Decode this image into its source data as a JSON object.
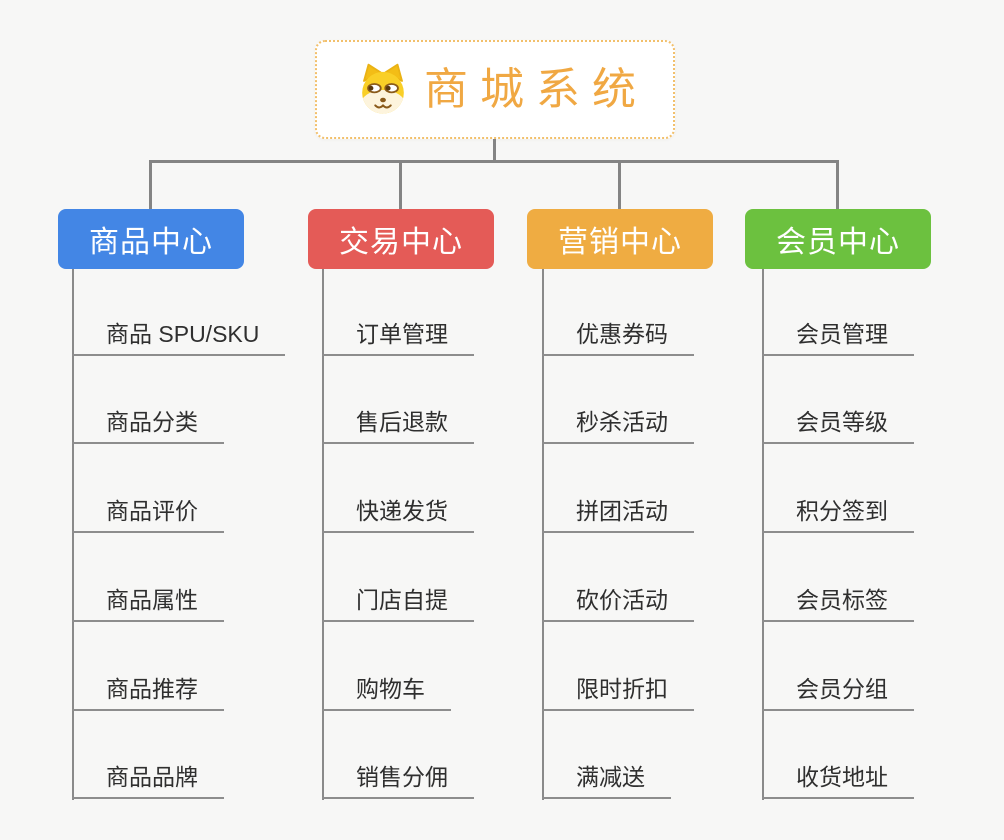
{
  "root": {
    "title": "商城系统",
    "icon": "dog-face-icon",
    "title_color": "#f0a843",
    "border_color": "#f2c06c"
  },
  "canvas": {
    "background_color": "#f7f7f6",
    "connector_color": "#848484",
    "underline_color": "#8d8d8d"
  },
  "branches": [
    {
      "label": "商品中心",
      "color": "#4386e5",
      "items": [
        "商品 SPU/SKU",
        "商品分类",
        "商品评价",
        "商品属性",
        "商品推荐",
        "商品品牌"
      ]
    },
    {
      "label": "交易中心",
      "color": "#e45b57",
      "items": [
        "订单管理",
        "售后退款",
        "快递发货",
        "门店自提",
        "购物车",
        "销售分佣"
      ]
    },
    {
      "label": "营销中心",
      "color": "#efac42",
      "items": [
        "优惠券码",
        "秒杀活动",
        "拼团活动",
        "砍价活动",
        "限时折扣",
        "满减送"
      ]
    },
    {
      "label": "会员中心",
      "color": "#6cc13f",
      "items": [
        "会员管理",
        "会员等级",
        "积分签到",
        "会员标签",
        "会员分组",
        "收货地址"
      ]
    }
  ]
}
